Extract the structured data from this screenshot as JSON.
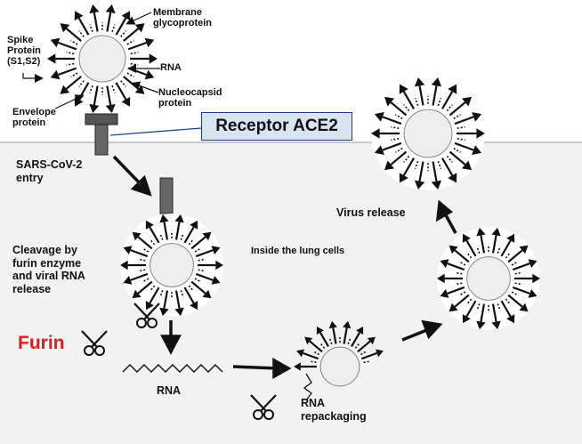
{
  "labels": {
    "membrane_glycoprotein": "Membrane\nglycoprotein",
    "spike_protein": "Spike\nProtein\n(S1,S2)",
    "rna_top": "RNA",
    "nucleocapsid": "Nucleocapsid\nprotein",
    "envelope": "Envelope\nprotein",
    "receptor": "Receptor ACE2",
    "entry": "SARS-CoV-2\nentry",
    "cleavage": "Cleavage by\nfurin enzyme\nand viral RNA\nrelease",
    "inside": "Inside the lung cells",
    "furin": "Furin",
    "rna_bottom": "RNA",
    "repackaging": "RNA\nrepackaging",
    "virus_release": "Virus release"
  },
  "colors": {
    "cell_area": "#f2f2f2",
    "receptor_box": "#d9e4f2",
    "receptor_border": "#1b3f8f",
    "furin_text": "#e21a1a",
    "ink": "#111111"
  }
}
